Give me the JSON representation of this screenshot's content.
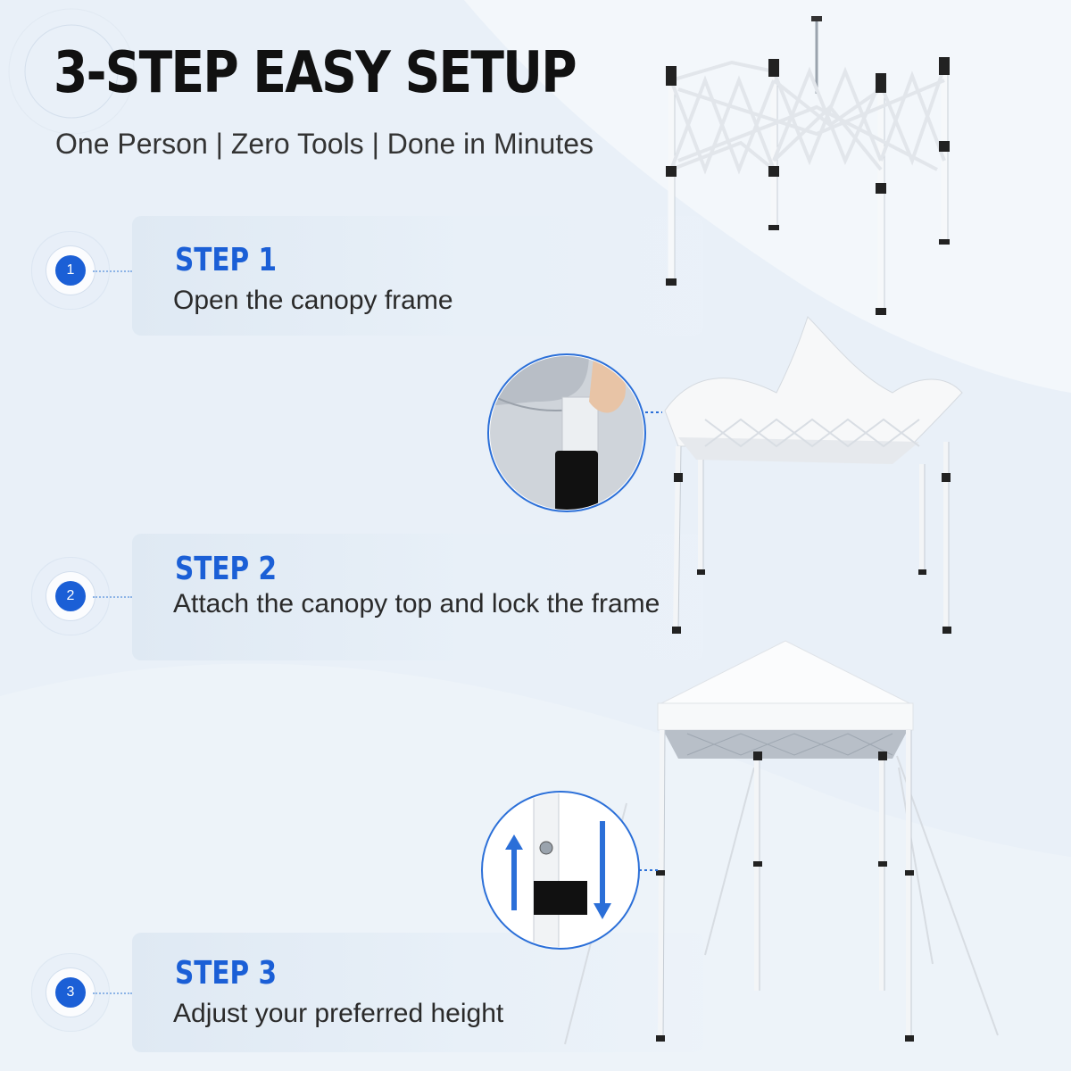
{
  "header": {
    "title": "3-STEP EASY SETUP",
    "subtitle": "One Person | Zero Tools | Done in Minutes"
  },
  "steps": [
    {
      "number": "1",
      "title": "STEP 1",
      "description": "Open the canopy frame"
    },
    {
      "number": "2",
      "title": "STEP 2",
      "description": "Attach the canopy top and lock the frame"
    },
    {
      "number": "3",
      "title": "STEP 3",
      "description": "Adjust your preferred height"
    }
  ],
  "colors": {
    "accent": "#1b5fd6",
    "background": "#f3f7fb",
    "panel": "#e2ebf5",
    "text": "#2a2a2a"
  },
  "icons": [
    "canopy-frame-icon",
    "canopy-attach-icon",
    "canopy-complete-icon",
    "hook-loop-closeup-icon",
    "height-adjust-closeup-icon"
  ]
}
